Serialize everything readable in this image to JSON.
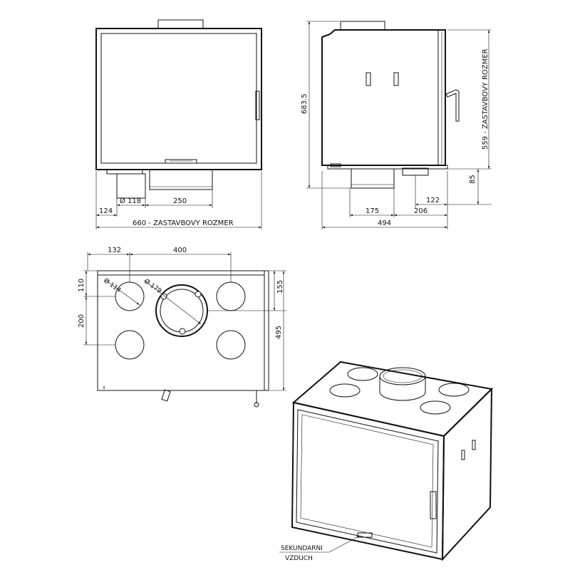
{
  "front_view": {
    "dim_flue_dia": "Ø 118",
    "dim_duct_width": "250",
    "dim_offset_left": "124",
    "dim_total_width": "660 - ZASTAVBOVY ROZMER"
  },
  "side_view": {
    "dim_total_height": "683.5",
    "dim_built_height": "559 - ZASTAVBOVY ROZMER",
    "dim_feet_height": "85",
    "dim_small_offset": "122",
    "dim_flue_offset": "175",
    "dim_rear_offset": "206",
    "dim_depth": "494"
  },
  "top_view": {
    "dim_left_offset": "132",
    "dim_hole_spacing": "400",
    "dim_front_offset": "110",
    "dim_hole_pitch": "200",
    "dim_hole_dia_small": "Ø 114",
    "dim_hole_dia_large": "Ø 179",
    "dim_flue_center": "155",
    "dim_depth": "495"
  },
  "iso_view": {
    "annotation_line1": "SEKUNDARNI",
    "annotation_line2": "VZDUCH"
  }
}
